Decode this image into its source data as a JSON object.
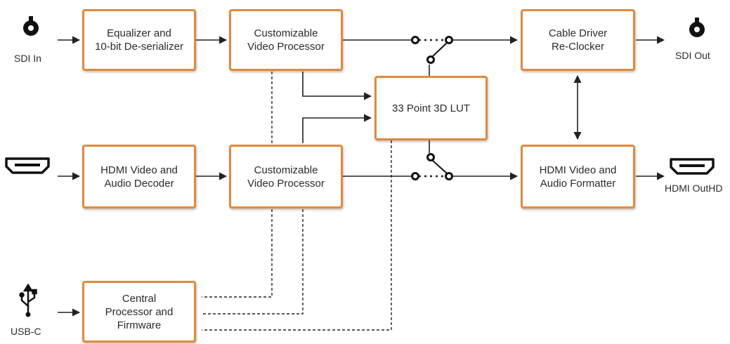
{
  "colors": {
    "box_border": "#e08a3c",
    "line": "#222222",
    "text": "#2b2b2b"
  },
  "blocks": {
    "equalizer": "Equalizer and\n10-bit De-serializer",
    "video_proc_top": "Customizable\nVideo Processor",
    "cable_driver": "Cable Driver\nRe-Clocker",
    "lut": "33 Point 3D LUT",
    "hdmi_decoder": "HDMI Video and\nAudio Decoder",
    "video_proc_bottom": "Customizable\nVideo Processor",
    "hdmi_formatter": "HDMI Video and\nAudio Formatter",
    "cpu": "Central\nProcessor and\nFirmware"
  },
  "ports": {
    "sdi_in": {
      "label": "SDI In",
      "icon": "bnc-connector-icon"
    },
    "sdi_out": {
      "label": "SDI Out",
      "icon": "bnc-connector-icon"
    },
    "hdmi_in": {
      "icon": "hdmi-port-icon"
    },
    "hdmi_out": {
      "label": "HDMI OutHD",
      "icon": "hdmi-port-icon"
    },
    "usb": {
      "label": "USB-C",
      "icon": "usb-icon"
    }
  }
}
